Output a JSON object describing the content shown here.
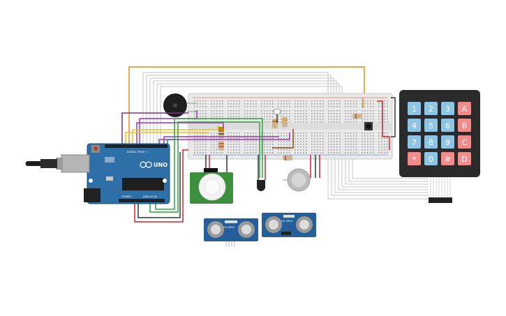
{
  "arduino": {
    "brand": "UNO",
    "digital_label": "DIGITAL (PWM ~)",
    "power_label": "POWER",
    "analog_label": "ANALOG IN"
  },
  "keypad": {
    "keys": [
      "1",
      "2",
      "3",
      "A",
      "4",
      "5",
      "6",
      "B",
      "7",
      "8",
      "9",
      "C",
      "*",
      "0",
      "#",
      "D"
    ]
  },
  "ultrasonic_1": {
    "label": "HC-SR04"
  },
  "ultrasonic_2": {
    "label": "HC-SR04"
  },
  "colors": {
    "arduino_board": "#2e6fa8",
    "keypad_body": "#2b2b2b",
    "key_blue": "#8fc5e3",
    "key_red": "#ef8d8d",
    "sensor_board": "#255f9a",
    "pir_board": "#3c8f3c",
    "breadboard": "#e9e9e9",
    "wire_orange": "#e28a1a",
    "wire_red": "#d0232a",
    "wire_green": "#2ea03c",
    "wire_purple": "#9a37b5",
    "wire_yellow": "#e3c424",
    "wire_gray": "#c9c9c9"
  }
}
